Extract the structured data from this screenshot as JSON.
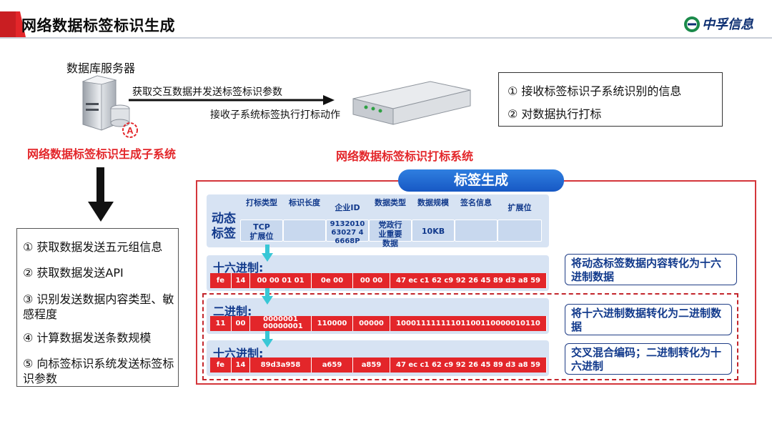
{
  "header": {
    "title": "网络数据标签标识生成",
    "logo_text": "中孚信息"
  },
  "top": {
    "db_server_label": "数据库服务器",
    "arrow_top": "获取交互数据并发送标签标识参数",
    "arrow_bottom": "接收子系统标签执行打标动作",
    "generator_subsystem": "网络数据标签标识生成子系统",
    "marking_system": "网络数据标签标识打标系统",
    "server_badge": "A"
  },
  "info_box": [
    "① 接收标签标识子系统识别的信息",
    "② 对数据执行打标"
  ],
  "steps": [
    "① 获取数据发送五元组信息",
    "② 获取数据发送API",
    "③ 识别发送数据内容类型、敏感程度",
    "④ 计算数据发送条数规模",
    "⑤ 向标签标识系统发送标签标识参数"
  ],
  "panel": {
    "banner": "标签生成",
    "dynamic_label": "动态标签",
    "columns": [
      "打标类型",
      "标识长度",
      "企业ID",
      "数据类型",
      "数据规模",
      "签名信息",
      "扩展位"
    ],
    "values": [
      "TCP扩展位",
      "",
      "913201063027 46668P",
      "党政行业重要数据",
      "10KB",
      "",
      ""
    ],
    "hex1_title": "十六进制:",
    "bin_title": "二进制:",
    "hex2_title": "十六进制:",
    "hex1_cells": [
      "fe",
      "14",
      "00 00 01 01",
      "0e 00",
      "00 00",
      "47 ec c1 62 c9 92 26 45 89 d3 a8 59"
    ],
    "bin_cells": [
      "11",
      "00",
      "0000001 00000001",
      "110000",
      "00000",
      "10001111111101100110000010110"
    ],
    "hex2_cells": [
      "fe",
      "14",
      "89d3a958",
      "a659",
      "a859",
      "47 ec c1 62 c9 92 26 45 89 d3 a8 59"
    ],
    "callouts": [
      "将动态标签数据内容转化为十六进制数据",
      "将十六进制数据转化为二进制数据",
      "交叉混合编码；二进制转化为十六进制"
    ]
  },
  "colors": {
    "accent_red": "#e3262a",
    "navy": "#123a8c",
    "band_blue": "#d7e3f3",
    "banner_blue": "#1f6ad6"
  }
}
